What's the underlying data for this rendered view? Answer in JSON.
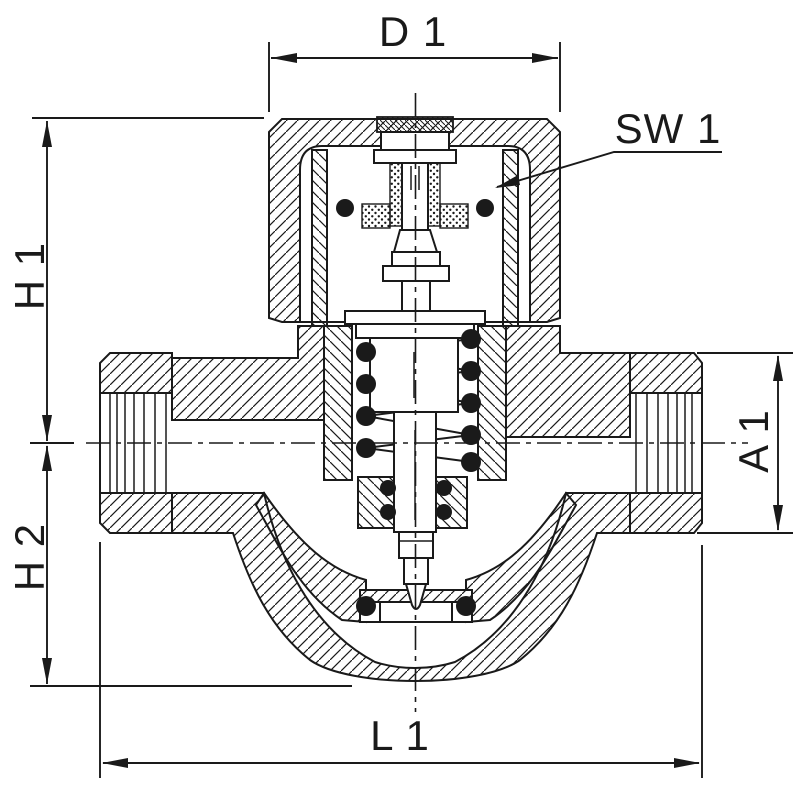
{
  "drawing": {
    "background": "#ffffff",
    "line_color": "#1a1a1a",
    "labels": {
      "d1": "D 1",
      "sw1": "SW 1",
      "h1": "H 1",
      "h2": "H 2",
      "a1": "A 1",
      "l1": "L 1"
    }
  }
}
